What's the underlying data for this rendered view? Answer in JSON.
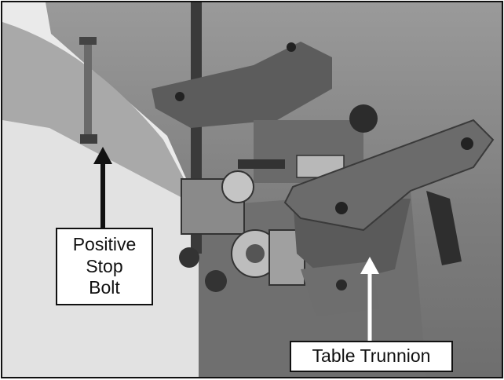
{
  "callouts": {
    "positive_stop_bolt": {
      "lines": [
        "Positive",
        "Stop",
        "Bolt"
      ]
    },
    "table_trunnion": {
      "label": "Table Trunnion"
    }
  },
  "colors": {
    "background_metal": "#8a8a8a",
    "white_housing": "#ededed",
    "dark_casting": "#555555",
    "arrow": "#111111",
    "arrow_white": "#ffffff"
  }
}
